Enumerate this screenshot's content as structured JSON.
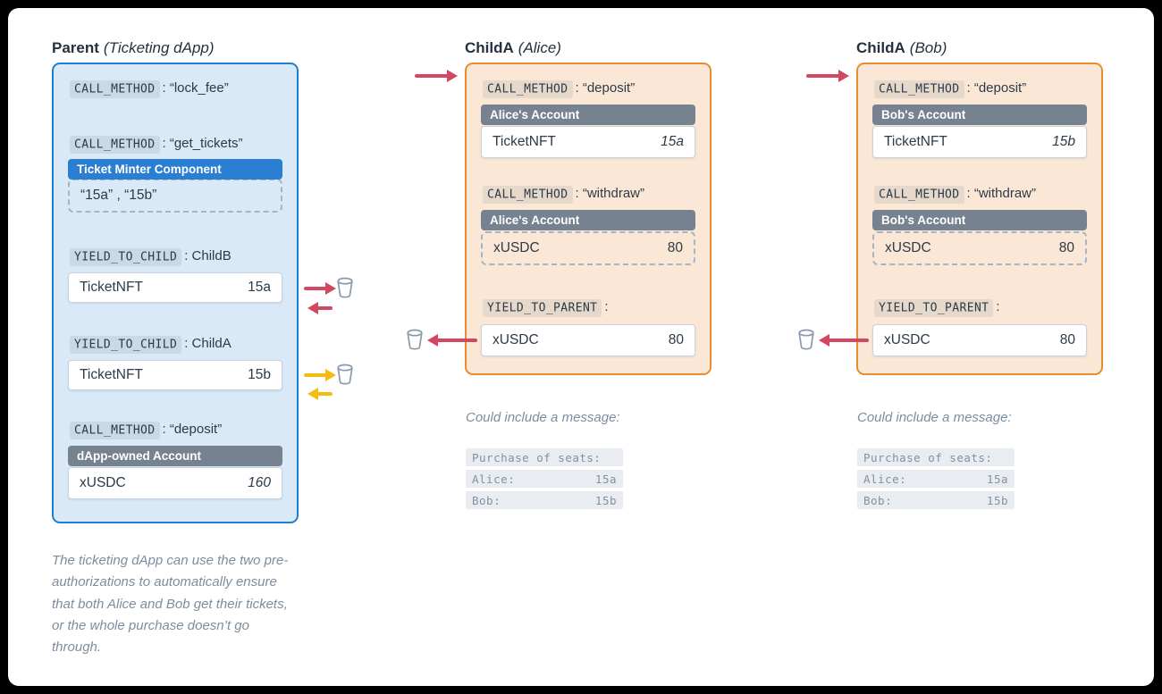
{
  "colors": {
    "parent_border": "#1d7fd4",
    "parent_bg": "#d9e9f7",
    "child_border": "#e98b2f",
    "child_bg": "#fbe7d5",
    "badge_gray": "#76828f",
    "badge_blue": "#2a7fd3",
    "arrow_red": "#d24860",
    "arrow_yellow": "#f6bb10",
    "text_dark": "#2d3a48",
    "text_muted": "#7d8da0",
    "bucket_icon_stroke": "#8a99ab"
  },
  "parent": {
    "title": "Parent",
    "subtitle": "(Ticketing dApp)",
    "instr_lock_fee": {
      "keyword": "CALL_METHOD",
      "value": ": “lock_fee”"
    },
    "instr_get_tickets": {
      "keyword": "CALL_METHOD",
      "value": ": “get_tickets”"
    },
    "minter_badge": "Ticket Minter Component",
    "minter_return": "“15a” , “15b”",
    "instr_yield_childb": {
      "keyword": "YIELD_TO_CHILD",
      "value": ": ChildB"
    },
    "bucket_childb": {
      "resource": "TicketNFT",
      "amount": "15a"
    },
    "instr_yield_childa": {
      "keyword": "YIELD_TO_CHILD",
      "value": ": ChildA"
    },
    "bucket_childa": {
      "resource": "TicketNFT",
      "amount": "15b"
    },
    "instr_deposit": {
      "keyword": "CALL_METHOD",
      "value": ": “deposit”"
    },
    "account_badge": "dApp-owned Account",
    "bucket_deposit": {
      "resource": "xUSDC",
      "amount": "160"
    },
    "caption": "The ticketing dApp can use the two pre-authorizations to automatically ensure that both Alice and Bob get their tickets, or the whole purchase doesn’t go through."
  },
  "alice": {
    "title": "ChildA",
    "subtitle": "(Alice)",
    "instr_deposit": {
      "keyword": "CALL_METHOD",
      "value": ": “deposit”"
    },
    "deposit_account_badge": "Alice's Account",
    "bucket_deposit": {
      "resource": "TicketNFT",
      "amount": "15a"
    },
    "instr_withdraw": {
      "keyword": "CALL_METHOD",
      "value": ": “withdraw”"
    },
    "withdraw_account_badge": "Alice's Account",
    "bucket_withdraw": {
      "resource": "xUSDC",
      "amount": "80"
    },
    "instr_yield": {
      "keyword": "YIELD_TO_PARENT",
      "value": ":"
    },
    "bucket_yield": {
      "resource": "xUSDC",
      "amount": "80"
    },
    "message_caption": "Could include a message:",
    "message_rows": [
      {
        "label": "Purchase of seats:",
        "value": ""
      },
      {
        "label": "Alice:",
        "value": "15a"
      },
      {
        "label": "Bob:",
        "value": "15b"
      }
    ]
  },
  "bob": {
    "title": "ChildA",
    "subtitle": "(Bob)",
    "instr_deposit": {
      "keyword": "CALL_METHOD",
      "value": ": “deposit”"
    },
    "deposit_account_badge": "Bob's Account",
    "bucket_deposit": {
      "resource": "TicketNFT",
      "amount": "15b"
    },
    "instr_withdraw": {
      "keyword": "CALL_METHOD",
      "value": ": “withdraw”"
    },
    "withdraw_account_badge": "Bob's Account",
    "bucket_withdraw": {
      "resource": "xUSDC",
      "amount": "80"
    },
    "instr_yield": {
      "keyword": "YIELD_TO_PARENT",
      "value": ":"
    },
    "bucket_yield": {
      "resource": "xUSDC",
      "amount": "80"
    },
    "message_caption": "Could include a message:",
    "message_rows": [
      {
        "label": "Purchase of seats:",
        "value": ""
      },
      {
        "label": "Alice:",
        "value": "15a"
      },
      {
        "label": "Bob:",
        "value": "15b"
      }
    ]
  }
}
